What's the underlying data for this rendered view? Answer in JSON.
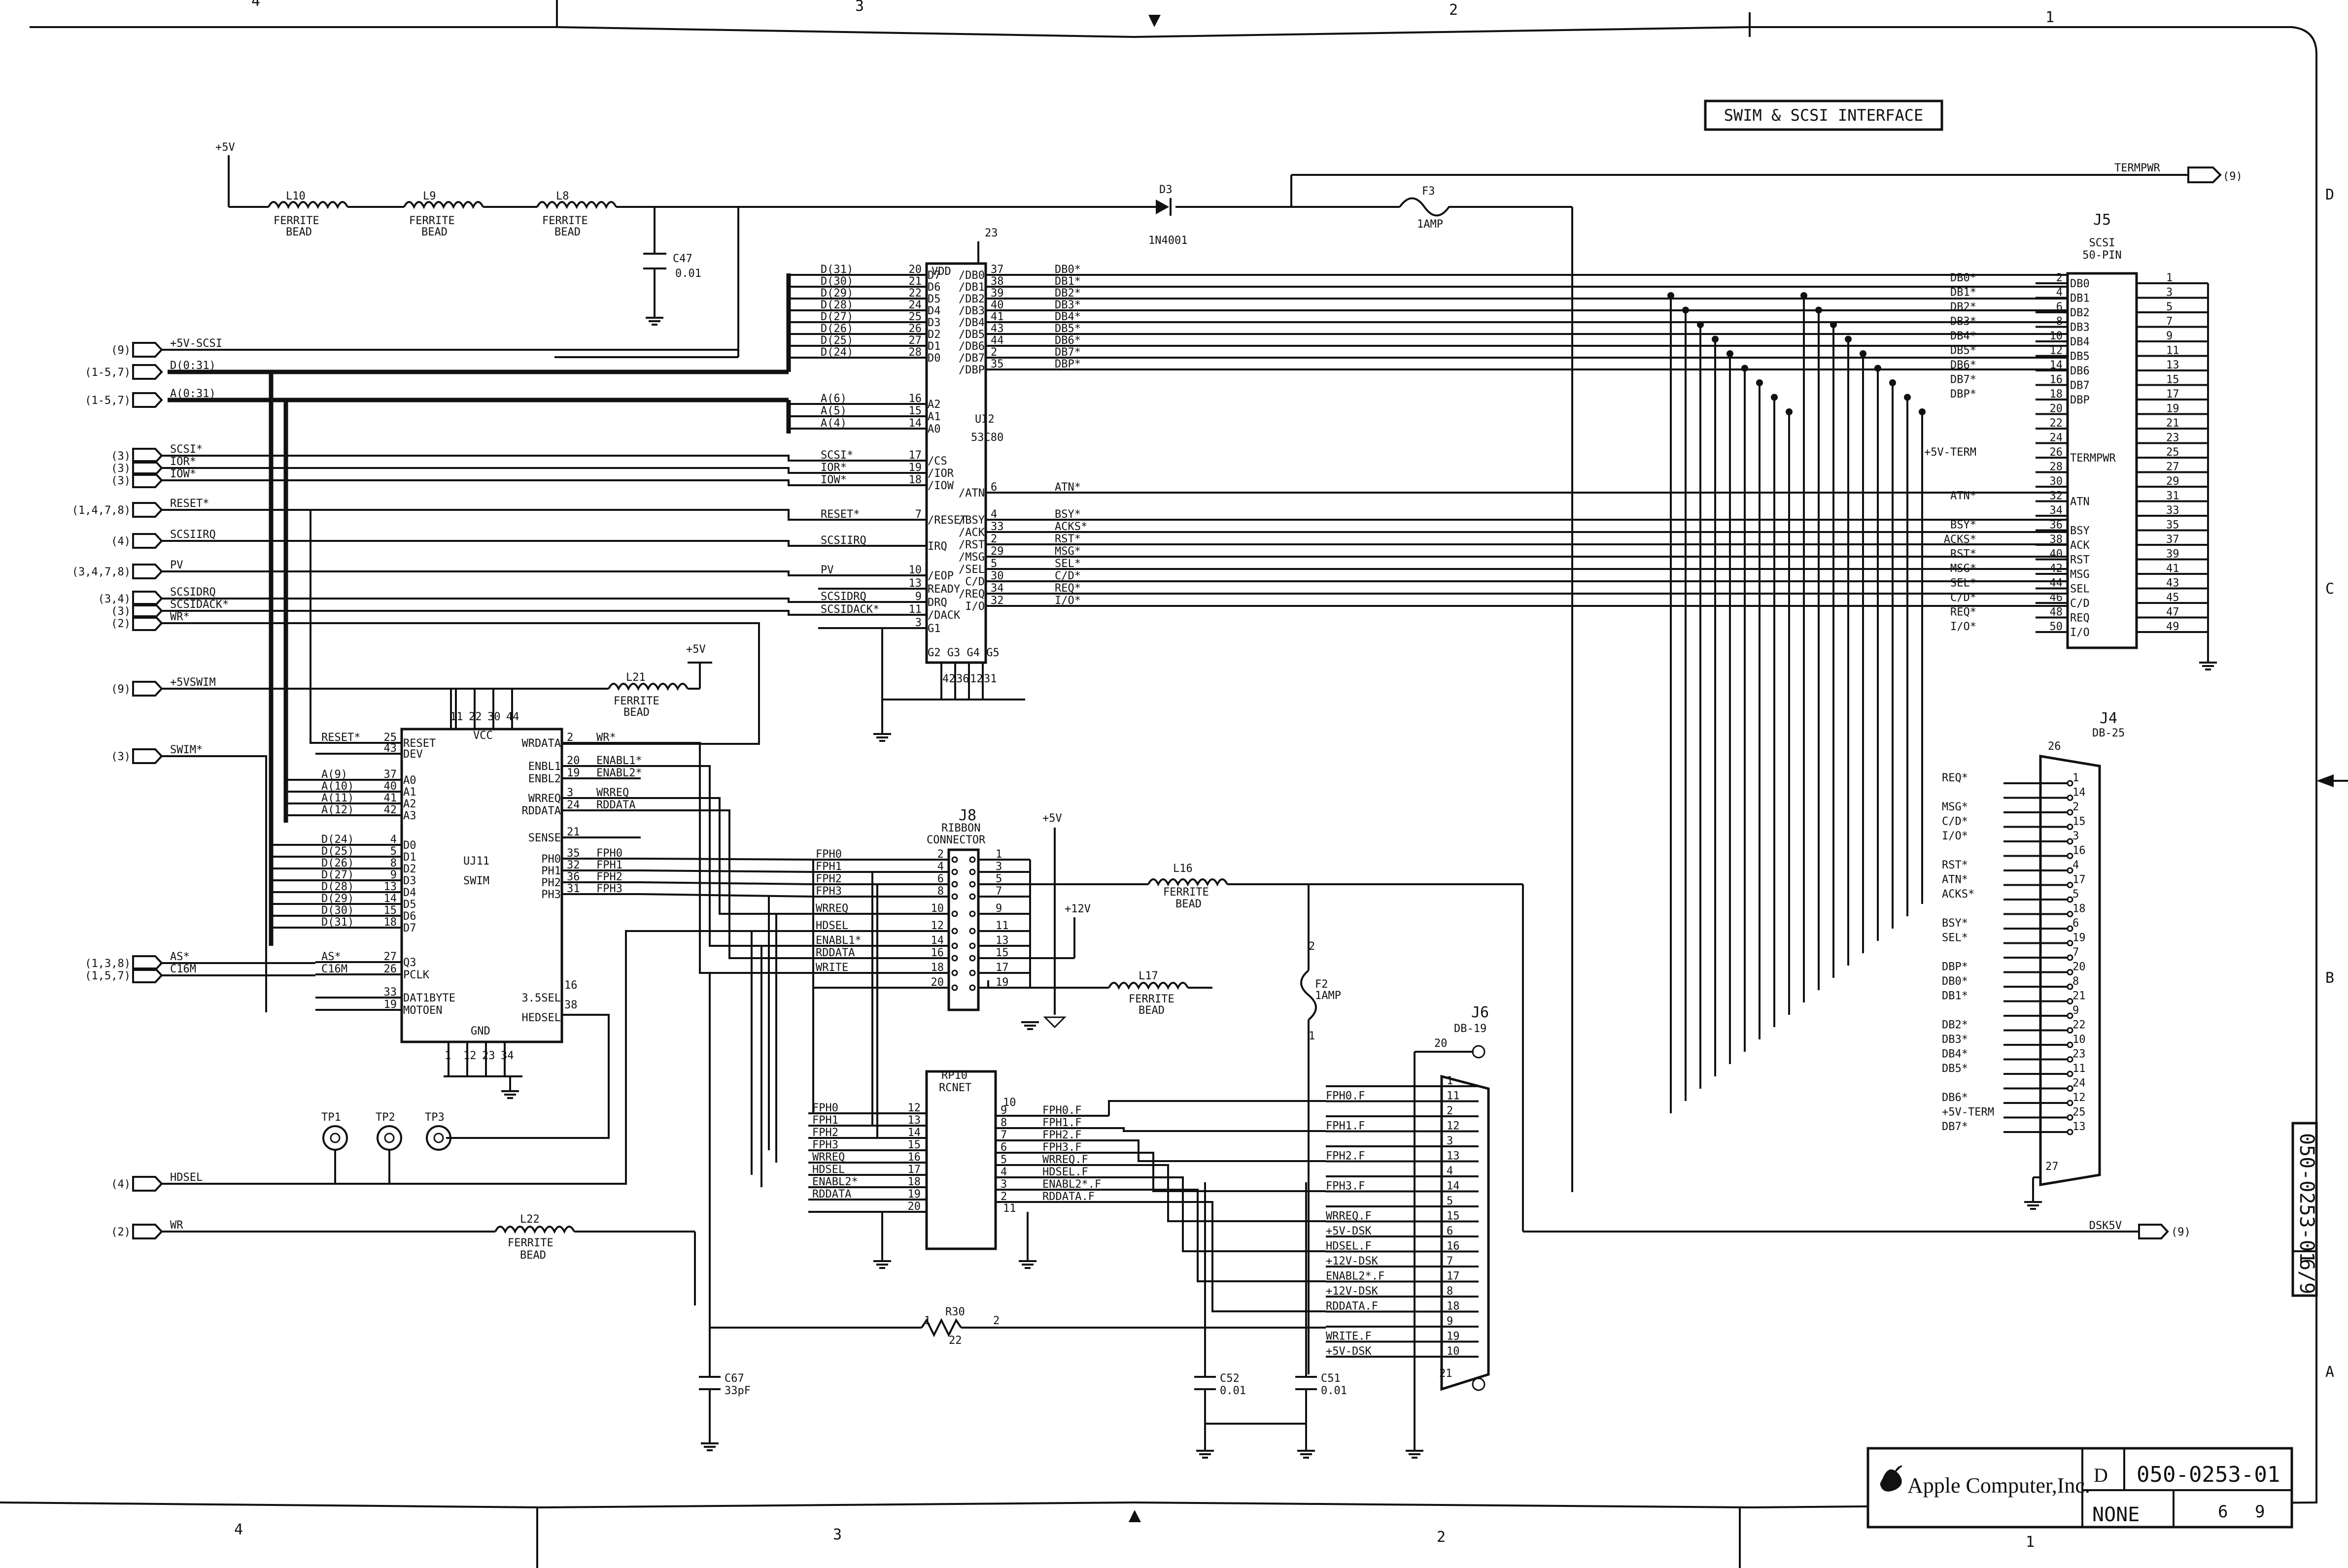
{
  "title": "SWIM & SCSI INTERFACE",
  "zones": {
    "top": [
      "4",
      "3",
      "2",
      "1"
    ],
    "bottom": [
      "4",
      "3",
      "2",
      "1"
    ],
    "right": [
      "D",
      "C",
      "B",
      "A"
    ]
  },
  "title_block": {
    "company": "Apple Computer,Inc.",
    "size": "D",
    "drawing_number": "050-0253-01",
    "scale": "NONE",
    "sheet": "6",
    "of": "9",
    "side_number": "050-0253-01",
    "side_sheet": "6/9"
  },
  "colors": {
    "ink": "#111111",
    "paper": "#ffffff"
  },
  "power": {
    "p5v": "+5V",
    "p12v": "+12V"
  },
  "components": {
    "L10": {
      "ref": "L10",
      "type": "FERRITE",
      "sub": "BEAD"
    },
    "L9": {
      "ref": "L9",
      "type": "FERRITE",
      "sub": "BEAD"
    },
    "L8": {
      "ref": "L8",
      "type": "FERRITE",
      "sub": "BEAD"
    },
    "L21": {
      "ref": "L21",
      "type": "FERRITE",
      "sub": "BEAD"
    },
    "L16": {
      "ref": "L16",
      "type": "FERRITE",
      "sub": "BEAD"
    },
    "L17": {
      "ref": "L17",
      "type": "FERRITE",
      "sub": "BEAD"
    },
    "L22": {
      "ref": "L22",
      "type": "FERRITE",
      "sub": "BEAD"
    },
    "C47": {
      "ref": "C47",
      "value": "0.01"
    },
    "C52": {
      "ref": "C52",
      "value": "0.01"
    },
    "C51": {
      "ref": "C51",
      "value": "0.01"
    },
    "C67": {
      "ref": "C67",
      "value": "33pF"
    },
    "D3": {
      "ref": "D3",
      "value": "1N4001"
    },
    "F3": {
      "ref": "F3",
      "value": "1AMP"
    },
    "F2": {
      "ref": "F2",
      "value": "1AMP"
    },
    "R30": {
      "ref": "R30",
      "value": "22"
    },
    "RP10": {
      "ref": "RP10",
      "value": "RCNET"
    },
    "U12": {
      "ref": "UI2",
      "value": "53C80"
    },
    "U11": {
      "ref": "UJ11",
      "value": "SWIM"
    },
    "J8": {
      "ref": "J8",
      "name": "RIBBON",
      "sub": "CONNECTOR"
    },
    "J5": {
      "ref": "J5",
      "name": "SCSI",
      "sub": "50-PIN"
    },
    "J4": {
      "ref": "J4",
      "name": "DB-25"
    },
    "J6": {
      "ref": "J6",
      "name": "DB-19"
    },
    "TP1": "TP1",
    "TP2": "TP2",
    "TP3": "TP3"
  },
  "left_ports": [
    {
      "ref": "(9)",
      "name": "+5V-SCSI"
    },
    {
      "ref": "(1-5,7)",
      "name": "D(0:31)"
    },
    {
      "ref": "(1-5,7)",
      "name": "A(0:31)"
    },
    {
      "ref": "(3)",
      "name": "SCSI*"
    },
    {
      "ref": "(3)",
      "name": "IOR*"
    },
    {
      "ref": "(3)",
      "name": "IOW*"
    },
    {
      "ref": "(1,4,7,8)",
      "name": "RESET*"
    },
    {
      "ref": "(4)",
      "name": "SCSIIRQ"
    },
    {
      "ref": "(3,4,7,8)",
      "name": "PV"
    },
    {
      "ref": "(3,4)",
      "name": "SCSIDRQ"
    },
    {
      "ref": "(3)",
      "name": "SCSIDACK*"
    },
    {
      "ref": "(2)",
      "name": "WR*"
    },
    {
      "ref": "(9)",
      "name": "+5VSWIM"
    },
    {
      "ref": "(3)",
      "name": "SWIM*"
    },
    {
      "ref": "(1,3,8)",
      "name": "AS*"
    },
    {
      "ref": "(1,5,7)",
      "name": "C16M"
    },
    {
      "ref": "(4)",
      "name": "HDSEL"
    },
    {
      "ref": "(2)",
      "name": "WR"
    }
  ],
  "right_ports": [
    {
      "ref": "(9)",
      "name": "TERMPWR"
    },
    {
      "ref": "(9)",
      "name": "DSK5V"
    }
  ],
  "u12": {
    "left_pins": [
      {
        "num": "20",
        "pin": "D7",
        "net": "D(31)"
      },
      {
        "num": "21",
        "pin": "D6",
        "net": "D(30)"
      },
      {
        "num": "22",
        "pin": "D5",
        "net": "D(29)"
      },
      {
        "num": "24",
        "pin": "D4",
        "net": "D(28)"
      },
      {
        "num": "25",
        "pin": "D3",
        "net": "D(27)"
      },
      {
        "num": "26",
        "pin": "D2",
        "net": "D(26)"
      },
      {
        "num": "27",
        "pin": "D1",
        "net": "D(25)"
      },
      {
        "num": "28",
        "pin": "D0",
        "net": "D(24)"
      },
      {
        "num": "16",
        "pin": "A2",
        "net": "A(6)"
      },
      {
        "num": "15",
        "pin": "A1",
        "net": "A(5)"
      },
      {
        "num": "14",
        "pin": "A0",
        "net": "A(4)"
      },
      {
        "num": "17",
        "pin": "/CS",
        "net": "SCSI*"
      },
      {
        "num": "19",
        "pin": "/IOR",
        "net": "IOR*"
      },
      {
        "num": "18",
        "pin": "/IOW",
        "net": "IOW*"
      },
      {
        "num": "7",
        "pin": "/RESET",
        "net": "RESET*"
      },
      {
        "num": "",
        "pin": "IRQ",
        "net": "SCSIIRQ"
      },
      {
        "num": "10",
        "pin": "/EOP",
        "net": "PV"
      },
      {
        "num": "13",
        "pin": "READY",
        "net": ""
      },
      {
        "num": "9",
        "pin": "DRQ",
        "net": "SCSIDRQ"
      },
      {
        "num": "11",
        "pin": "/DACK",
        "net": "SCSIDACK*"
      },
      {
        "num": "3",
        "pin": "G1",
        "net": ""
      }
    ],
    "right_pins": [
      {
        "num": "37",
        "pin": "/DB0",
        "net": "DB0*"
      },
      {
        "num": "38",
        "pin": "/DB1",
        "net": "DB1*"
      },
      {
        "num": "39",
        "pin": "/DB2",
        "net": "DB2*"
      },
      {
        "num": "40",
        "pin": "/DB3",
        "net": "DB3*"
      },
      {
        "num": "41",
        "pin": "/DB4",
        "net": "DB4*"
      },
      {
        "num": "43",
        "pin": "/DB5",
        "net": "DB5*"
      },
      {
        "num": "44",
        "pin": "/DB6",
        "net": "DB6*"
      },
      {
        "num": "2",
        "pin": "/DB7",
        "net": "DB7*"
      },
      {
        "num": "35",
        "pin": "/DBP",
        "net": "DBP*"
      },
      {
        "num": "6",
        "pin": "/ATN",
        "net": "ATN*"
      },
      {
        "num": "4",
        "pin": "/BSY",
        "net": "BSY*"
      },
      {
        "num": "33",
        "pin": "/ACK",
        "net": "ACKS*"
      },
      {
        "num": "2",
        "pin": "/RST",
        "net": "RST*"
      },
      {
        "num": "29",
        "pin": "/MSG",
        "net": "MSG*"
      },
      {
        "num": "5",
        "pin": "/SEL",
        "net": "SEL*"
      },
      {
        "num": "30",
        "pin": "C/D",
        "net": "C/D*"
      },
      {
        "num": "34",
        "pin": "/REQ",
        "net": "REQ*"
      },
      {
        "num": "32",
        "pin": "I/O",
        "net": "I/O*"
      }
    ],
    "vdd": "VDD",
    "vdd_pin": "23",
    "gnd_pins": "G2 G3 G4 G5",
    "gnd_nums": [
      "42",
      "36",
      "12",
      "31"
    ]
  },
  "j5": {
    "pins": [
      {
        "num": "2",
        "name": "DB0",
        "net": "DB0*"
      },
      {
        "num": "4",
        "name": "DB1",
        "net": "DB1*"
      },
      {
        "num": "6",
        "name": "DB2",
        "net": "DB2*"
      },
      {
        "num": "8",
        "name": "DB3",
        "net": "DB3*"
      },
      {
        "num": "10",
        "name": "DB4",
        "net": "DB4*"
      },
      {
        "num": "12",
        "name": "DB5",
        "net": "DB5*"
      },
      {
        "num": "14",
        "name": "DB6",
        "net": "DB6*"
      },
      {
        "num": "16",
        "name": "DB7",
        "net": "DB7*"
      },
      {
        "num": "18",
        "name": "DBP",
        "net": "DBP*"
      },
      {
        "num": "20",
        "name": "",
        "net": ""
      },
      {
        "num": "22",
        "name": "",
        "net": ""
      },
      {
        "num": "24",
        "name": "",
        "net": ""
      },
      {
        "num": "26",
        "name": "TERMPWR",
        "net": "+5V-TERM"
      },
      {
        "num": "28",
        "name": "",
        "net": ""
      },
      {
        "num": "30",
        "name": "",
        "net": ""
      },
      {
        "num": "32",
        "name": "ATN",
        "net": "ATN*"
      },
      {
        "num": "34",
        "name": "",
        "net": ""
      },
      {
        "num": "36",
        "name": "BSY",
        "net": "BSY*"
      },
      {
        "num": "38",
        "name": "ACK",
        "net": "ACKS*"
      },
      {
        "num": "40",
        "name": "RST",
        "net": "RST*"
      },
      {
        "num": "42",
        "name": "MSG",
        "net": "MSG*"
      },
      {
        "num": "44",
        "name": "SEL",
        "net": "SEL*"
      },
      {
        "num": "46",
        "name": "C/D",
        "net": "C/D*"
      },
      {
        "num": "48",
        "name": "REQ",
        "net": "REQ*"
      },
      {
        "num": "50",
        "name": "I/O",
        "net": "I/O*"
      }
    ],
    "odd": [
      "1",
      "3",
      "5",
      "7",
      "9",
      "11",
      "13",
      "15",
      "17",
      "19",
      "21",
      "23",
      "25",
      "27",
      "29",
      "31",
      "33",
      "35",
      "37",
      "39",
      "41",
      "43",
      "45",
      "47",
      "49"
    ]
  },
  "j4": {
    "top_pin": "26",
    "bottom_pin": "27",
    "pins": [
      {
        "num": "1",
        "net": "REQ*"
      },
      {
        "num": "14",
        "net": ""
      },
      {
        "num": "2",
        "net": "MSG*"
      },
      {
        "num": "15",
        "net": "C/D*"
      },
      {
        "num": "3",
        "net": "I/O*"
      },
      {
        "num": "16",
        "net": ""
      },
      {
        "num": "4",
        "net": "RST*"
      },
      {
        "num": "17",
        "net": "ATN*"
      },
      {
        "num": "5",
        "net": "ACKS*"
      },
      {
        "num": "18",
        "net": ""
      },
      {
        "num": "6",
        "net": "BSY*"
      },
      {
        "num": "19",
        "net": "SEL*"
      },
      {
        "num": "7",
        "net": ""
      },
      {
        "num": "20",
        "net": "DBP*"
      },
      {
        "num": "8",
        "net": "DB0*"
      },
      {
        "num": "21",
        "net": "DB1*"
      },
      {
        "num": "9",
        "net": ""
      },
      {
        "num": "22",
        "net": "DB2*"
      },
      {
        "num": "10",
        "net": "DB3*"
      },
      {
        "num": "23",
        "net": "DB4*"
      },
      {
        "num": "11",
        "net": "DB5*"
      },
      {
        "num": "24",
        "net": ""
      },
      {
        "num": "12",
        "net": "DB6*"
      },
      {
        "num": "25",
        "net": "+5V-TERM"
      },
      {
        "num": "13",
        "net": "DB7*"
      }
    ]
  },
  "u11": {
    "left_pins": [
      {
        "num": "25",
        "pin": "RESET",
        "net": "RESET*"
      },
      {
        "num": "43",
        "pin": "DEV",
        "net": ""
      },
      {
        "num": "37",
        "pin": "A0",
        "net": "A(9)"
      },
      {
        "num": "40",
        "pin": "A1",
        "net": "A(10)"
      },
      {
        "num": "41",
        "pin": "A2",
        "net": "A(11)"
      },
      {
        "num": "42",
        "pin": "A3",
        "net": "A(12)"
      },
      {
        "num": "4",
        "pin": "D0",
        "net": "D(24)"
      },
      {
        "num": "5",
        "pin": "D1",
        "net": "D(25)"
      },
      {
        "num": "8",
        "pin": "D2",
        "net": "D(26)"
      },
      {
        "num": "9",
        "pin": "D3",
        "net": "D(27)"
      },
      {
        "num": "13",
        "pin": "D4",
        "net": "D(28)"
      },
      {
        "num": "14",
        "pin": "D5",
        "net": "D(29)"
      },
      {
        "num": "15",
        "pin": "D6",
        "net": "D(30)"
      },
      {
        "num": "18",
        "pin": "D7",
        "net": "D(31)"
      },
      {
        "num": "27",
        "pin": "Q3",
        "net": "AS*"
      },
      {
        "num": "26",
        "pin": "PCLK",
        "net": "C16M"
      },
      {
        "num": "33",
        "pin": "DAT1BYTE",
        "net": ""
      },
      {
        "num": "19",
        "pin": "MOTOEN",
        "net": ""
      }
    ],
    "right_pins": [
      {
        "num": "2",
        "pin": "WRDATA",
        "net": "WR*"
      },
      {
        "num": "20",
        "pin": "ENBL1",
        "net": "ENABL1*"
      },
      {
        "num": "19",
        "pin": "ENBL2",
        "net": "ENABL2*"
      },
      {
        "num": "3",
        "pin": "WRREQ",
        "net": "WRREQ"
      },
      {
        "num": "24",
        "pin": "RDDATA",
        "net": "RDDATA"
      },
      {
        "num": "21",
        "pin": "SENSE",
        "net": ""
      },
      {
        "num": "35",
        "pin": "PH0",
        "net": "FPH0"
      },
      {
        "num": "32",
        "pin": "PH1",
        "net": "FPH1"
      },
      {
        "num": "36",
        "pin": "PH2",
        "net": "FPH2"
      },
      {
        "num": "31",
        "pin": "PH3",
        "net": "FPH3"
      }
    ],
    "extra_right": [
      {
        "num": "16",
        "pin": "3.5SEL"
      },
      {
        "num": "38",
        "pin": "HEDSEL"
      }
    ],
    "vcc": "VCC",
    "vcc_pins": [
      "11",
      "22",
      "30",
      "44"
    ],
    "gnd": "GND",
    "gnd_pins": [
      "1",
      "12",
      "23",
      "34"
    ]
  },
  "j8": {
    "left": [
      {
        "net": "FPH0",
        "num": "2"
      },
      {
        "net": "FPH1",
        "num": "4"
      },
      {
        "net": "FPH2",
        "num": "6"
      },
      {
        "net": "FPH3",
        "num": "8"
      },
      {
        "net": "WRREQ",
        "num": "10"
      },
      {
        "net": "HDSEL",
        "num": "12"
      },
      {
        "net": "ENABL1*",
        "num": "14"
      },
      {
        "net": "RDDATA",
        "num": "16"
      },
      {
        "net": "WRITE",
        "num": "18"
      },
      {
        "net": "",
        "num": "20"
      }
    ],
    "right": [
      "1",
      "3",
      "5",
      "7",
      "9",
      "11",
      "13",
      "15",
      "17",
      "19"
    ]
  },
  "rp10": {
    "left": [
      {
        "net": "FPH0",
        "num": "12"
      },
      {
        "net": "FPH1",
        "num": "13"
      },
      {
        "net": "FPH2",
        "num": "14"
      },
      {
        "net": "FPH3",
        "num": "15"
      },
      {
        "net": "WRREQ",
        "num": "16"
      },
      {
        "net": "HDSEL",
        "num": "17"
      },
      {
        "net": "ENABL2*",
        "num": "18"
      },
      {
        "net": "RDDATA",
        "num": "19"
      },
      {
        "net": "",
        "num": "20"
      }
    ],
    "right": [
      {
        "num": "9",
        "net": "FPH0.F"
      },
      {
        "num": "8",
        "net": "FPH1.F"
      },
      {
        "num": "7",
        "net": "FPH2.F"
      },
      {
        "num": "6",
        "net": "FPH3.F"
      },
      {
        "num": "5",
        "net": "WRREQ.F"
      },
      {
        "num": "4",
        "net": "HDSEL.F"
      },
      {
        "num": "3",
        "net": "ENABL2*.F"
      },
      {
        "num": "2",
        "net": "RDDATA.F"
      }
    ],
    "top_num": "10",
    "rt_num": "11",
    "bot_num": "1"
  },
  "j6": {
    "top_pin": "20",
    "bottom_pin": "21",
    "pins": [
      {
        "num": "1",
        "net": ""
      },
      {
        "num": "11",
        "net": "FPH0.F"
      },
      {
        "num": "2",
        "net": ""
      },
      {
        "num": "12",
        "net": "FPH1.F"
      },
      {
        "num": "3",
        "net": ""
      },
      {
        "num": "13",
        "net": "FPH2.F"
      },
      {
        "num": "4",
        "net": ""
      },
      {
        "num": "14",
        "net": "FPH3.F"
      },
      {
        "num": "5",
        "net": ""
      },
      {
        "num": "15",
        "net": "WRREQ.F"
      },
      {
        "num": "6",
        "net": "+5V-DSK"
      },
      {
        "num": "16",
        "net": "HDSEL.F"
      },
      {
        "num": "7",
        "net": "+12V-DSK"
      },
      {
        "num": "17",
        "net": "ENABL2*.F"
      },
      {
        "num": "8",
        "net": "+12V-DSK"
      },
      {
        "num": "18",
        "net": "RDDATA.F"
      },
      {
        "num": "9",
        "net": ""
      },
      {
        "num": "19",
        "net": "WRITE.F"
      },
      {
        "num": "10",
        "net": "+5V-DSK"
      }
    ]
  },
  "pins": {
    "one": "1",
    "two": "2"
  }
}
